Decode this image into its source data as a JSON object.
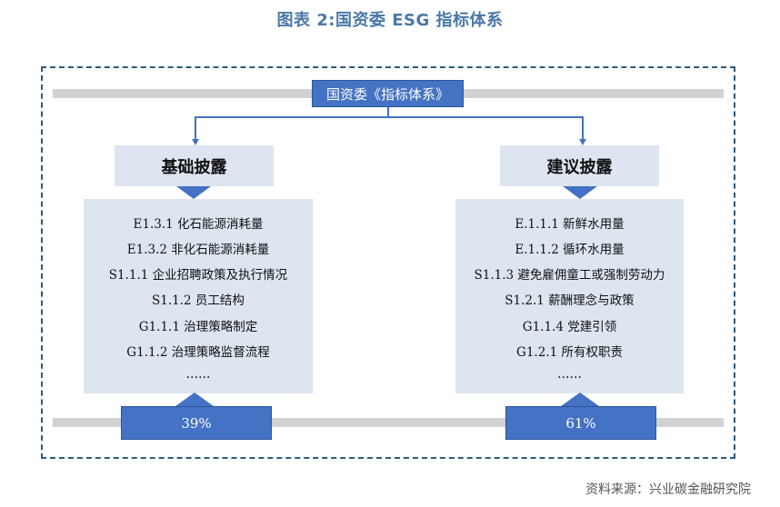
{
  "title": "图表 2:国资委 ESG 指标体系",
  "top_label": "国资委《指标体系》",
  "left": {
    "heading": "基础披露",
    "items": [
      "E1.3.1 化石能源消耗量",
      "E1.3.2 非化石能源消耗量",
      "S1.1.1 企业招聘政策及执行情况",
      "S1.1.2 员工结构",
      "G1.1.1 治理策略制定",
      "G1.1.2 治理策略监督流程",
      "……"
    ],
    "percent": "39%"
  },
  "right": {
    "heading": "建议披露",
    "items": [
      "E.1.1.1 新鲜水用量",
      "E.1.1.2 循环水用量",
      "S1.1.3 避免雇佣童工或强制劳动力",
      "S1.2.1 薪酬理念与政策",
      "G1.1.4 党建引领",
      "G1.2.1 所有权职责",
      "……"
    ],
    "percent": "61%"
  },
  "source": "资料来源：兴业碳金融研究院",
  "colors": {
    "accent_blue": "#4472c4",
    "panel_light_blue": "#dce5f0",
    "frame_dashed": "#2a5a80",
    "title_blue": "#4a78a8",
    "gray_bar": "#d2d2d2"
  }
}
